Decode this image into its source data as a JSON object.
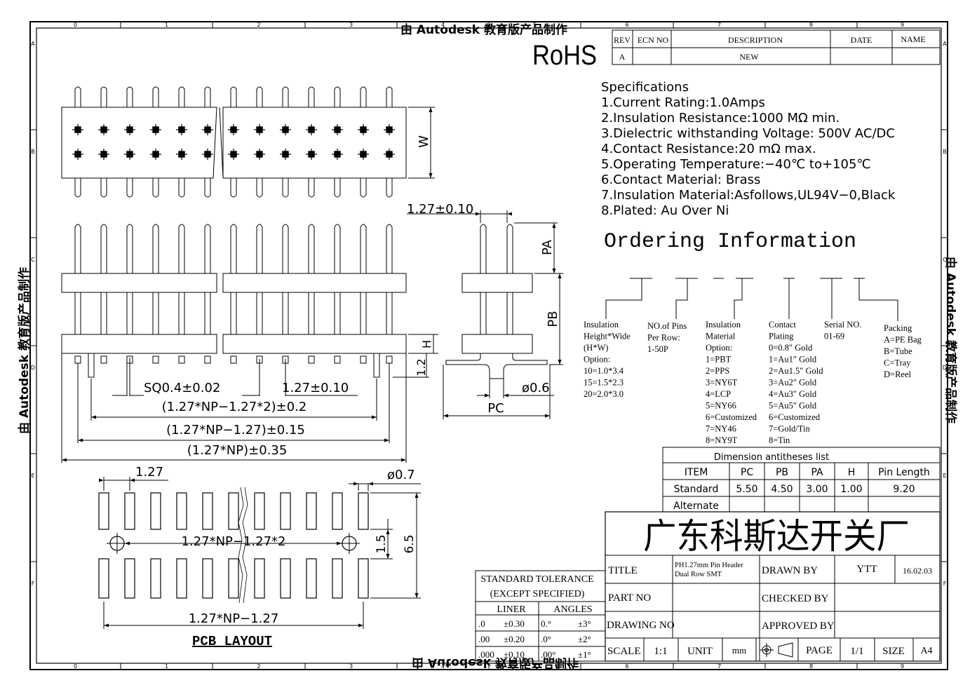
{
  "watermark": "由 Autodesk 教育版产品制作",
  "rohs": "RoHS",
  "border": {
    "cols": [
      "0",
      "1",
      "2",
      "3",
      "4",
      "5",
      "6",
      "7",
      "8",
      "9"
    ],
    "rows": [
      "A",
      "B",
      "C",
      "D",
      "E",
      "F"
    ]
  },
  "revision": {
    "headers": [
      "REV",
      "ECN NO",
      "DESCRIPTION",
      "DATE",
      "NAME"
    ],
    "row": [
      "A",
      "",
      "NEW",
      "",
      ""
    ]
  },
  "specs": {
    "heading": "Specifications",
    "items": [
      "1.Current  Rating:1.0Amps",
      "2.Insulation  Resistance:1000  MΩ  min.",
      "3.Dielectric  withstanding  Voltage:  500V  AC/DC",
      "4.Contact  Resistance:20  mΩ  max.",
      "5.Operating  Temperature:−40℃  to+105℃",
      "6.Contact  Material:  Brass",
      "7.Insulation  Material:Asfollows,UL94V−0,Black",
      "8.Plated:  Au  Over  Ni"
    ]
  },
  "ordering": {
    "heading": "Ordering  Information",
    "dash": "−",
    "groups": [
      {
        "lines": [
          "Insulation",
          "Height*Wide",
          "(H*W)",
          "Option:",
          "10=1.0*3.4",
          "15=1.5*2.3",
          "20=2.0*3.0"
        ]
      },
      {
        "lines": [
          "NO.of Pins",
          "Per Row:",
          "1-50P"
        ]
      },
      {
        "lines": [
          "Insulation",
          "Material",
          "Option:",
          "1=PBT",
          "2=PPS",
          "3=NY6T",
          "4=LCP",
          "5=NY66",
          "6=Customized",
          "7=NY46",
          "8=NY9T"
        ]
      },
      {
        "lines": [
          "Contact",
          "Plating",
          "0=0.8″ Gold",
          "1=Au1″ Gold",
          "2=Au1.5″ Gold",
          "3=Au2″ Gold",
          "4=Au3″ Gold",
          "5=Au5″ Gold",
          "6=Customized",
          "7=Gold/Tin",
          "8=Tin"
        ]
      },
      {
        "lines": [
          "Serial NO.",
          "01-69"
        ]
      },
      {
        "lines": [
          "Packing",
          "A=PE Bag",
          "B=Tube",
          "C=Tray",
          "D=Reel"
        ]
      }
    ]
  },
  "dim_list": {
    "title": "Dimension  antitheses  list",
    "headers": [
      "ITEM",
      "PC",
      "PB",
      "PA",
      "H",
      "Pin  Length"
    ],
    "rows": [
      [
        "Standard",
        "5.50",
        "4.50",
        "3.00",
        "1.00",
        "9.20"
      ],
      [
        "Alternate",
        "",
        "",
        "",
        "",
        ""
      ]
    ]
  },
  "company": "广东科斯达开关厂",
  "title_block": {
    "title_label": "TITLE",
    "title_value": [
      "PH1.27mm Pin Header",
      "Dual Row SMT"
    ],
    "drawn_by_label": "DRAWN BY",
    "drawn_by": "YTT",
    "date": "16.02.03",
    "part_no_label": "PART NO",
    "checked_by_label": "CHECKED BY",
    "drawing_no_label": "DRAWING NO",
    "approved_by_label": "APPROVED BY",
    "scale_label": "SCALE",
    "scale": "1:1",
    "unit_label": "UNIT",
    "unit": "mm",
    "page_label": "PAGE",
    "page": "1/1",
    "size_label": "SIZE",
    "size": "A4"
  },
  "tolerance": {
    "title": [
      "STANDARD  TOLERANCE",
      "(EXCEPT   SPECIFIED)"
    ],
    "headers": [
      "LINER",
      "ANGLES"
    ],
    "rows": [
      [
        ".0",
        "±0.30",
        "0.°",
        "±3°"
      ],
      [
        ".00",
        "±0.20",
        ".0°",
        "±2°"
      ],
      [
        ".000",
        "±0.10",
        ".00°",
        "±1°"
      ]
    ]
  },
  "dims": {
    "w": "W",
    "pitch_top": "1.27±0.10",
    "pa": "PA",
    "pb": "PB",
    "h": "H",
    "d12": "1.2",
    "sq": "SQ0.4±0.02",
    "pitch_front": "1.27±0.10",
    "dim_a": "(1.27*NP−1.27*2)±0.2",
    "dim_b": "(1.27*NP−1.27)±0.15",
    "dim_c": "(1.27*NP)±0.35",
    "phi06": "ø0.6",
    "pc": "PC",
    "pcb_pitch": "1.27",
    "pcb_phi": "ø0.7",
    "pcb_mid": "1.27*NP−1.27*2",
    "pcb_15": "1.5",
    "pcb_65": "6.5",
    "pcb_bottom": "1.27*NP−1.27",
    "pcb_title": "PCB LAYOUT"
  }
}
